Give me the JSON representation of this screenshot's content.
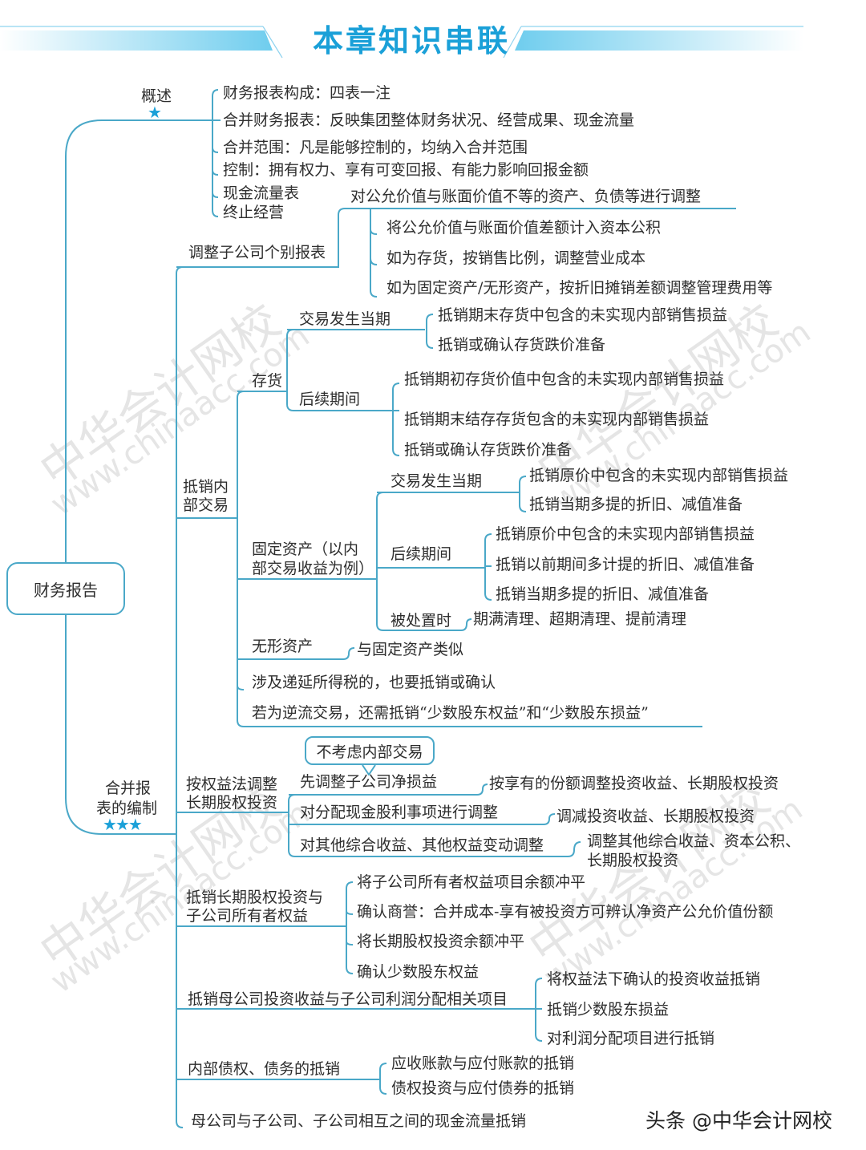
{
  "header": {
    "title": "本章知识串联"
  },
  "colors": {
    "accent": "#1aa0d8",
    "line": "#4aa8c8",
    "banner_light": "#d8f0fa",
    "text": "#2e2e2e"
  },
  "root": {
    "label": "财务报告"
  },
  "overview": {
    "label": "概述",
    "stars": "★",
    "items": [
      "财务报表构成：四表一注",
      "合并财务报表：反映集团整体财务状况、经营成果、现金流量",
      "合并范围：凡是能够控制的，均纳入合并范围",
      "控制：拥有权力、享有可变回报、有能力影响回报金额",
      "现金流量表",
      "终止经营"
    ]
  },
  "consolidation": {
    "label_line1": "合并报",
    "label_line2": "表的编制",
    "stars": "★★★",
    "adjust_sub": {
      "label": "调整子公司个别报表",
      "headline": "对公允价值与账面价值不等的资产、负债等进行调整",
      "items": [
        "将公允价值与账面价值差额计入资本公积",
        "如为存货，按销售比例，调整营业成本",
        "如为固定资产/无形资产，按折旧摊销差额调整管理费用等"
      ]
    },
    "internal": {
      "label_line1": "抵销内",
      "label_line2": "部交易",
      "inventory": {
        "label": "存货",
        "current": {
          "label": "交易发生当期",
          "items": [
            "抵销期末存货中包含的未实现内部销售损益",
            "抵销或确认存货跌价准备"
          ]
        },
        "subsequent": {
          "label": "后续期间",
          "items": [
            "抵销期初存货价值中包含的未实现内部销售损益",
            "抵销期末结存存货包含的未实现内部销售损益",
            "抵销或确认存货跌价准备"
          ]
        }
      },
      "fixed": {
        "label_line1": "固定资产（以内",
        "label_line2": "部交易收益为例）",
        "current": {
          "label": "交易发生当期",
          "items": [
            "抵销原价中包含的未实现内部销售损益",
            "抵销当期多提的折旧、减值准备"
          ]
        },
        "subsequent": {
          "label": "后续期间",
          "items": [
            "抵销原价中包含的未实现内部销售损益",
            "抵销以前期间多计提的折旧、减值准备",
            "抵销当期多提的折旧、减值准备"
          ]
        },
        "disposal": {
          "label": "被处置时",
          "item": "期满清理、超期清理、提前清理"
        }
      },
      "intangible": {
        "label": "无形资产",
        "item": "与固定资产类似"
      },
      "deferred_tax": "涉及递延所得税的，也要抵销或确认",
      "upstream": "若为逆流交易，还需抵销“少数股东权益”和“少数股东损益”"
    },
    "equity_method": {
      "label_line1": "按权益法调整",
      "label_line2": "长期股权投资",
      "note": "不考虑内部交易",
      "rows": [
        {
          "label": "先调整子公司净损益",
          "result": "按享有的份额调整投资收益、长期股权投资"
        },
        {
          "label": "对分配现金股利事项进行调整",
          "result": "调减投资收益、长期股权投资"
        },
        {
          "label": "对其他综合收益、其他权益变动调整",
          "result_line1": "调整其他综合收益、资本公积、",
          "result_line2": "长期股权投资"
        }
      ]
    },
    "offset_equity": {
      "label_line1": "抵销长期股权投资与",
      "label_line2": "子公司所有者权益",
      "items": [
        "将子公司所有者权益项目余额冲平",
        "确认商誉：合并成本-享有被投资方可辨认净资产公允价值份额",
        "将长期股权投资余额冲平",
        "确认少数股东权益"
      ]
    },
    "offset_income": {
      "label": "抵销母公司投资收益与子公司利润分配相关项目",
      "items": [
        "将权益法下确认的投资收益抵销",
        "抵销少数股东损益",
        "对利润分配项目进行抵销"
      ]
    },
    "internal_debt": {
      "label": "内部债权、债务的抵销",
      "items": [
        "应收账款与应付账款的抵销",
        "债权投资与应付债券的抵销"
      ]
    },
    "cash_flow": "母公司与子公司、子公司相互之间的现金流量抵销"
  },
  "watermarks": [
    "中华会计网校",
    "www.chinaacc.com"
  ],
  "footer": {
    "credit": "头条 @中华会计网校"
  }
}
